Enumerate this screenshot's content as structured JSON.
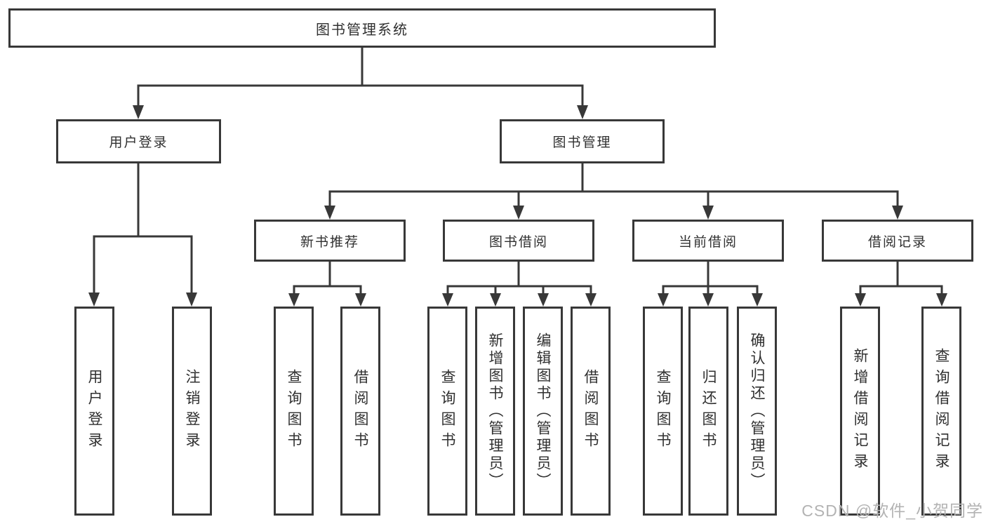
{
  "diagram": {
    "root": {
      "label": "图书管理系统"
    },
    "level2": [
      {
        "label": "用户登录",
        "children": [
          {
            "label": "用户登录"
          },
          {
            "label": "注销登录"
          }
        ]
      },
      {
        "label": "图书管理",
        "children": [
          {
            "label": "新书推荐",
            "children": [
              {
                "label": "查询图书"
              },
              {
                "label": "借阅图书"
              }
            ]
          },
          {
            "label": "图书借阅",
            "children": [
              {
                "label": "查询图书"
              },
              {
                "label": "新增图书（管理员）"
              },
              {
                "label": "编辑图书（管理员）"
              },
              {
                "label": "借阅图书"
              }
            ]
          },
          {
            "label": "当前借阅",
            "children": [
              {
                "label": "查询图书"
              },
              {
                "label": "归还图书"
              },
              {
                "label": "确认归还（管理员）"
              }
            ]
          },
          {
            "label": "借阅记录",
            "children": [
              {
                "label": "新增借阅记录"
              },
              {
                "label": "查询借阅记录"
              }
            ]
          }
        ]
      }
    ]
  },
  "watermark": {
    "text": "CSDN @软件_小贺同学"
  },
  "colors": {
    "line": "#383838",
    "text": "#303030",
    "background": "#ffffff",
    "watermark": "#b3b3b3"
  }
}
